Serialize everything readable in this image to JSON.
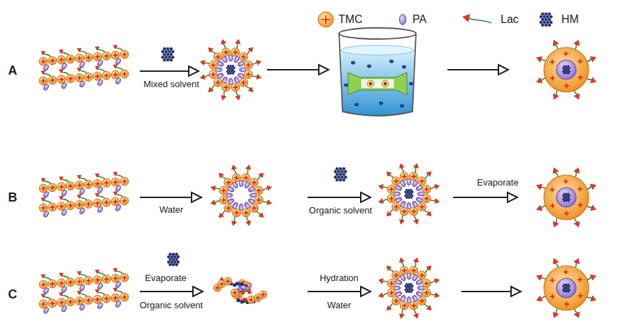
{
  "diagram": {
    "labels": [
      "A",
      "Mixed solvent",
      "B",
      "Water",
      "Organic solvent",
      "Evaporate",
      "C",
      "Evaporate",
      "Organic solvent",
      "Hydration",
      "Water"
    ],
    "legend": [
      {
        "text": "TMC"
      },
      {
        "text": "PA"
      },
      {
        "text": "Lac"
      },
      {
        "text": "HM"
      }
    ]
  }
}
